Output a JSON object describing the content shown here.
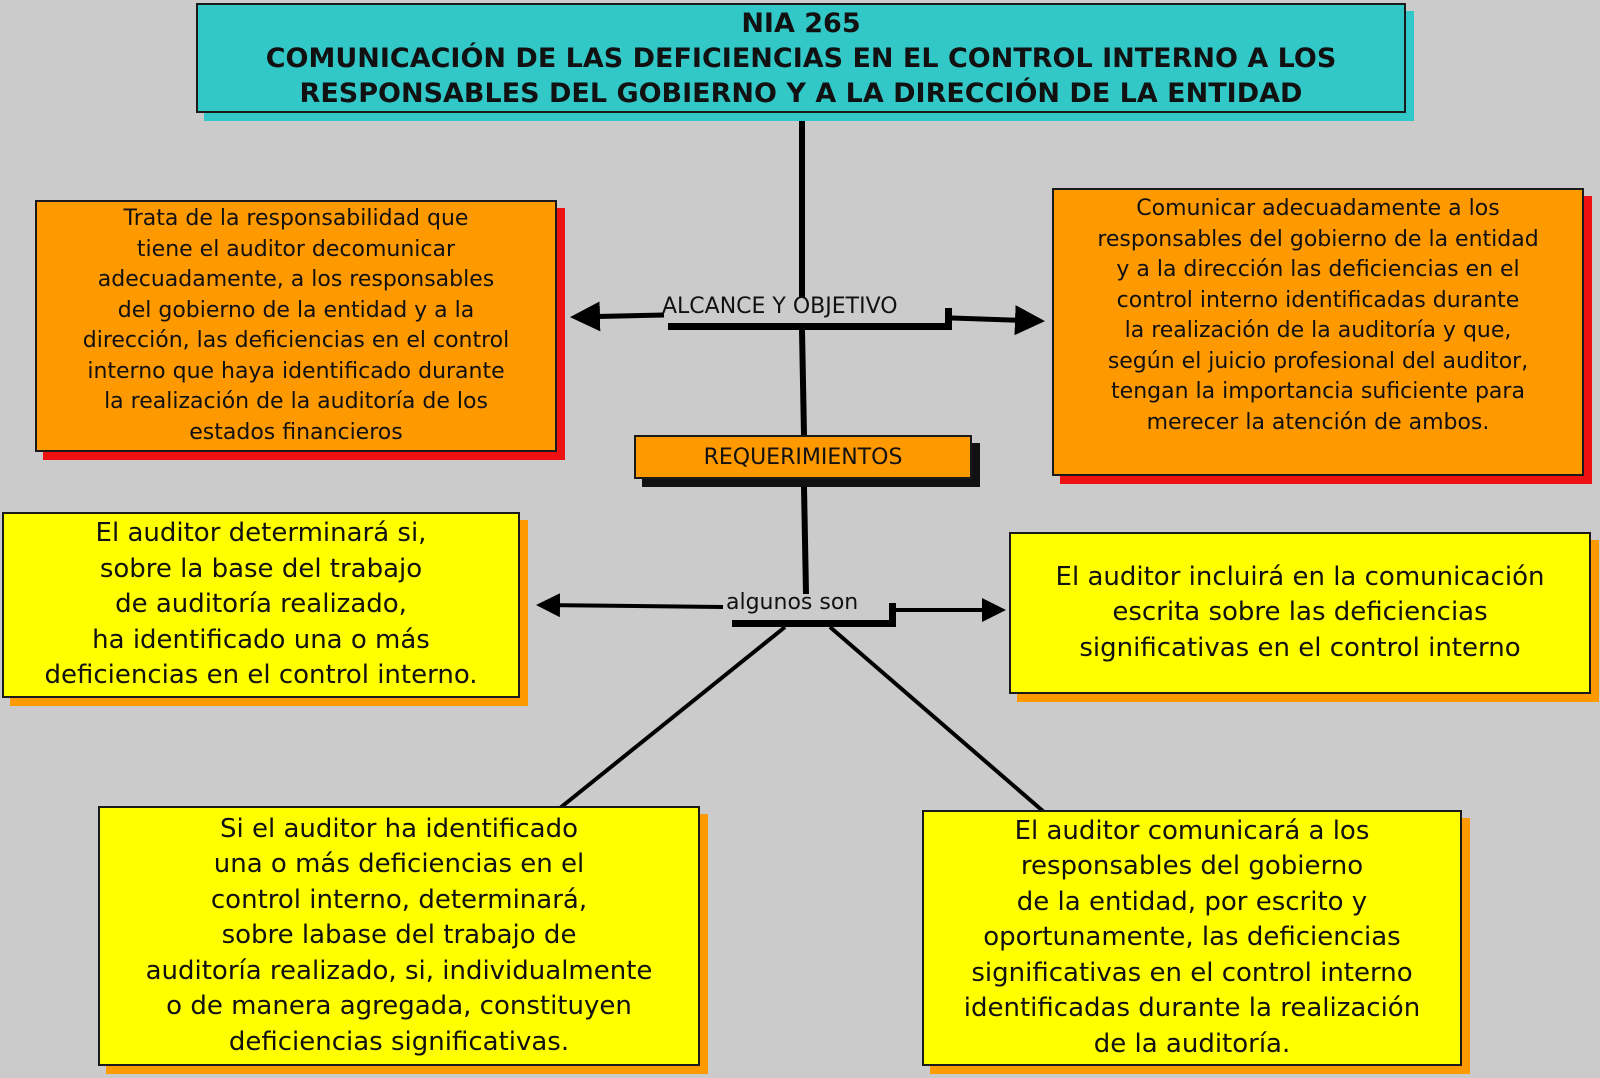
{
  "title": {
    "line1": "NIA 265",
    "line2": "COMUNICACIÓN DE LAS DEFICIENCIAS EN EL CONTROL INTERNO A LOS",
    "line3": "RESPONSABLES DEL GOBIERNO Y A LA DIRECCIÓN DE LA ENTIDAD"
  },
  "links": {
    "alcance": "ALCANCE Y OBJETIVO",
    "algunos": "algunos son"
  },
  "nodes": {
    "alcance_left": "Trata de la responsabilidad que\ntiene el auditor decomunicar\nadecuadamente, a los responsables\ndel gobierno de la entidad y a la\ndirección, las deficiencias en el control\ninterno que haya identificado durante\nla realización de la auditoría de los\nestados financieros",
    "alcance_right": "Comunicar adecuadamente a los\nresponsables del gobierno de la entidad\ny a la dirección las deficiencias en el\ncontrol interno identificadas durante\nla realización de la auditoría y que,\nsegún el juicio profesional del auditor,\ntengan la importancia suficiente para\nmerecer la atención de ambos.",
    "requerimientos": "REQUERIMIENTOS",
    "req_left": "El auditor determinará si,\nsobre la base del trabajo\nde auditoría realizado,\nha identificado una o más\ndeficiencias en el control interno.",
    "req_right": "El auditor incluirá en la comunicación\nescrita sobre las deficiencias\nsignificativas en el control interno",
    "req_bottom_left": "Si el auditor ha identificado\nuna o más deficiencias en el\ncontrol interno, determinará,\nsobre labase del trabajo de\nauditoría realizado, si, individualmente\no de manera agregada, constituyen\ndeficiencias significativas.",
    "req_bottom_right": "El auditor comunicará a los\nresponsables del gobierno\nde la entidad, por escrito y\noportunamente, las deficiencias\nsignificativas en el control interno\nidentificadas durante la realización\nde la auditoría."
  },
  "colors": {
    "background": "#cbcbcb",
    "title_fill": "#33c8c8",
    "orange_fill": "#ff9900",
    "red_shadow": "#ee1111",
    "yellow_fill": "#ffff00"
  }
}
